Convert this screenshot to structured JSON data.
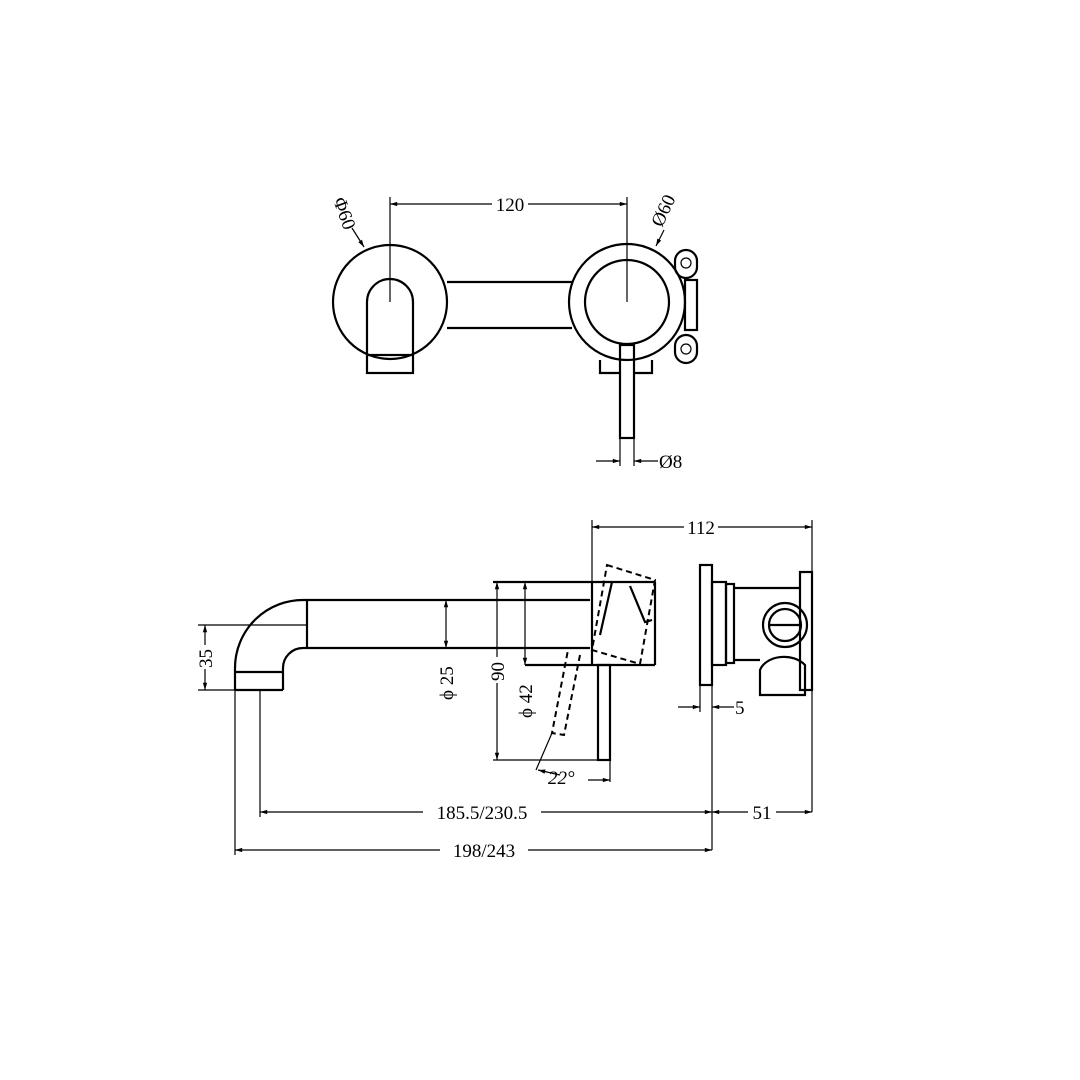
{
  "top_view": {
    "dim_center_distance": "120",
    "dim_left_diameter": "Φ60",
    "dim_right_diameter": "Ø60",
    "dim_lever_diameter": "Ø8"
  },
  "side_view": {
    "dim_depth": "112",
    "dim_spout_drop": "35",
    "dim_spout_diameter": "ϕ 25",
    "dim_body_height": "90",
    "dim_body_diameter": "ϕ 42",
    "dim_lever_angle": "22°",
    "dim_flange_thickness": "5",
    "dim_spout_reach_short": "185.5/230.5",
    "dim_wall_depth": "51",
    "dim_spout_reach_total": "198/243"
  },
  "colors": {
    "line": "#000000",
    "background": "#ffffff"
  }
}
